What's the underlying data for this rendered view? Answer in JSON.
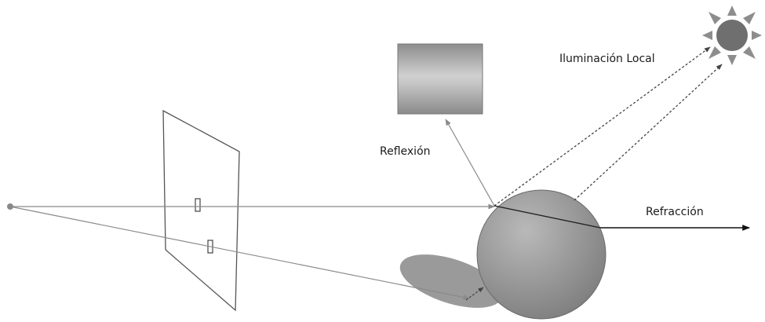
{
  "labels": {
    "local_illumination": "Iluminación Local",
    "reflection": "Reflexión",
    "refraction": "Refracción"
  },
  "icons": {
    "light_source": "sun-icon",
    "eye": "viewpoint-dot"
  },
  "colors": {
    "ray": "#888888",
    "refraction_ray": "#222222",
    "shadow": "#9a9a9a",
    "sphere_light": "#c9c9c9",
    "sphere_dark": "#7a7a7a",
    "sun": "#6f6f6f",
    "plane": "#555555"
  }
}
